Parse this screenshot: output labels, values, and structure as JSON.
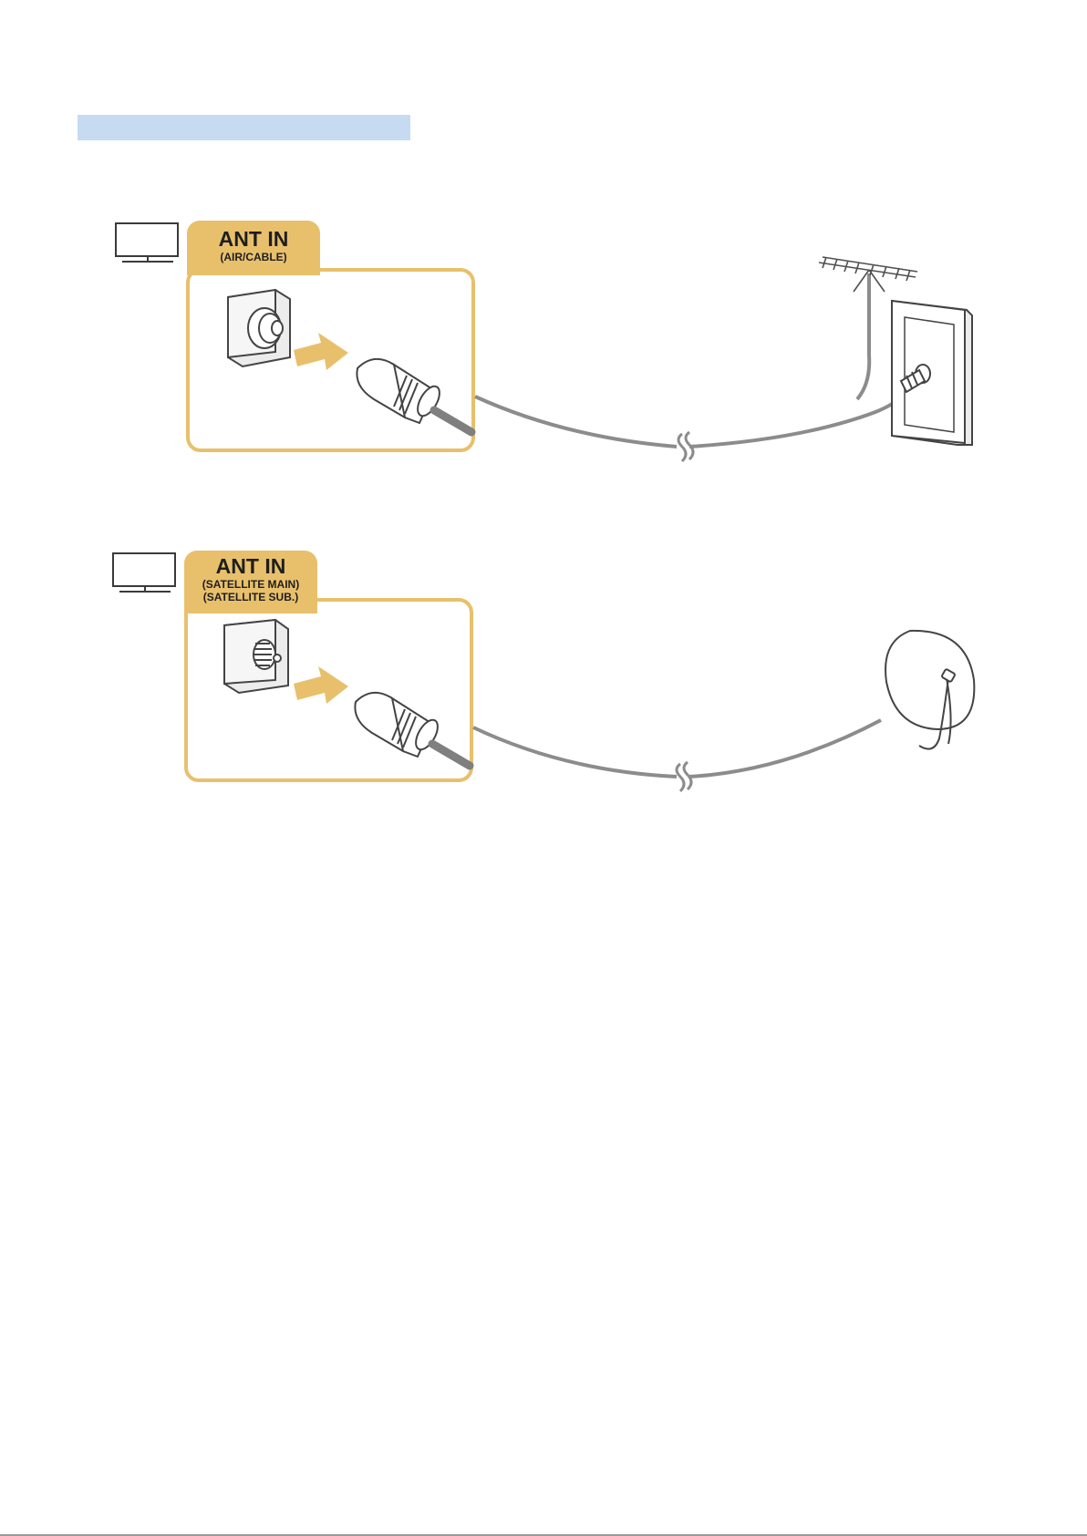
{
  "connections": [
    {
      "port_label": "ANT IN",
      "port_sub_labels": [
        "(AIR/CABLE)"
      ],
      "source_icon": "antenna-icon"
    },
    {
      "port_label": "ANT IN",
      "port_sub_labels": [
        "(SATELLITE MAIN)",
        "(SATELLITE SUB.)"
      ],
      "source_icon": "satellite-dish-icon"
    }
  ],
  "colors": {
    "accent": "#e8c06c",
    "header_bar": "#c6dbf2",
    "cable": "#8c8c8c",
    "line_art": "#505050"
  }
}
